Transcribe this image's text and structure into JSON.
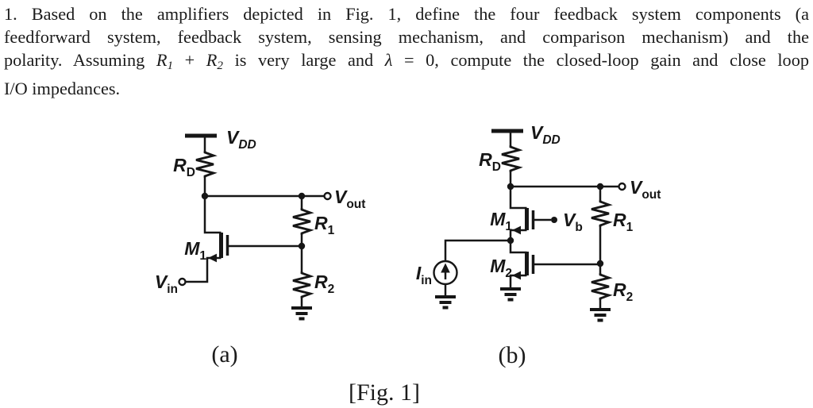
{
  "problem": {
    "line1": "1. Based on the amplifiers depicted in Fig. 1, define the four feedback system components (a",
    "line2": "feedforward system, feedback system, sensing mechanism, and comparison mechanism) and the",
    "line3_part1": "polarity. Assuming ",
    "line3_r1": "R",
    "line3_r1_sub": "1",
    "line3_plus": " + ",
    "line3_r2": "R",
    "line3_r2_sub": "2",
    "line3_part2": " is very large and ",
    "line3_lambda": "λ",
    "line3_part3": " = 0, compute the closed-loop gain and close loop",
    "line4": "I/O impedances."
  },
  "figure": {
    "caption_a": "(a)",
    "caption_b": "(b)",
    "fig_label": "[Fig. 1]",
    "a": {
      "vdd": "V",
      "vdd_sub": "DD",
      "rd": "R",
      "rd_sub": "D",
      "m1": "M",
      "m1_sub": "1",
      "vin": "V",
      "vin_sub": "in",
      "vout": "V",
      "vout_sub": "out",
      "r1": "R",
      "r1_sub": "1",
      "r2": "R",
      "r2_sub": "2"
    },
    "b": {
      "vdd": "V",
      "vdd_sub": "DD",
      "rd": "R",
      "rd_sub": "D",
      "m1": "M",
      "m1_sub": "1",
      "m2": "M",
      "m2_sub": "2",
      "vb": "V",
      "vb_sub": "b",
      "iin": "I",
      "iin_sub": "in",
      "vout": "V",
      "vout_sub": "out",
      "r1": "R",
      "r1_sub": "1",
      "r2": "R",
      "r2_sub": "2"
    }
  },
  "colors": {
    "ink": "#161616",
    "background": "#ffffff"
  }
}
